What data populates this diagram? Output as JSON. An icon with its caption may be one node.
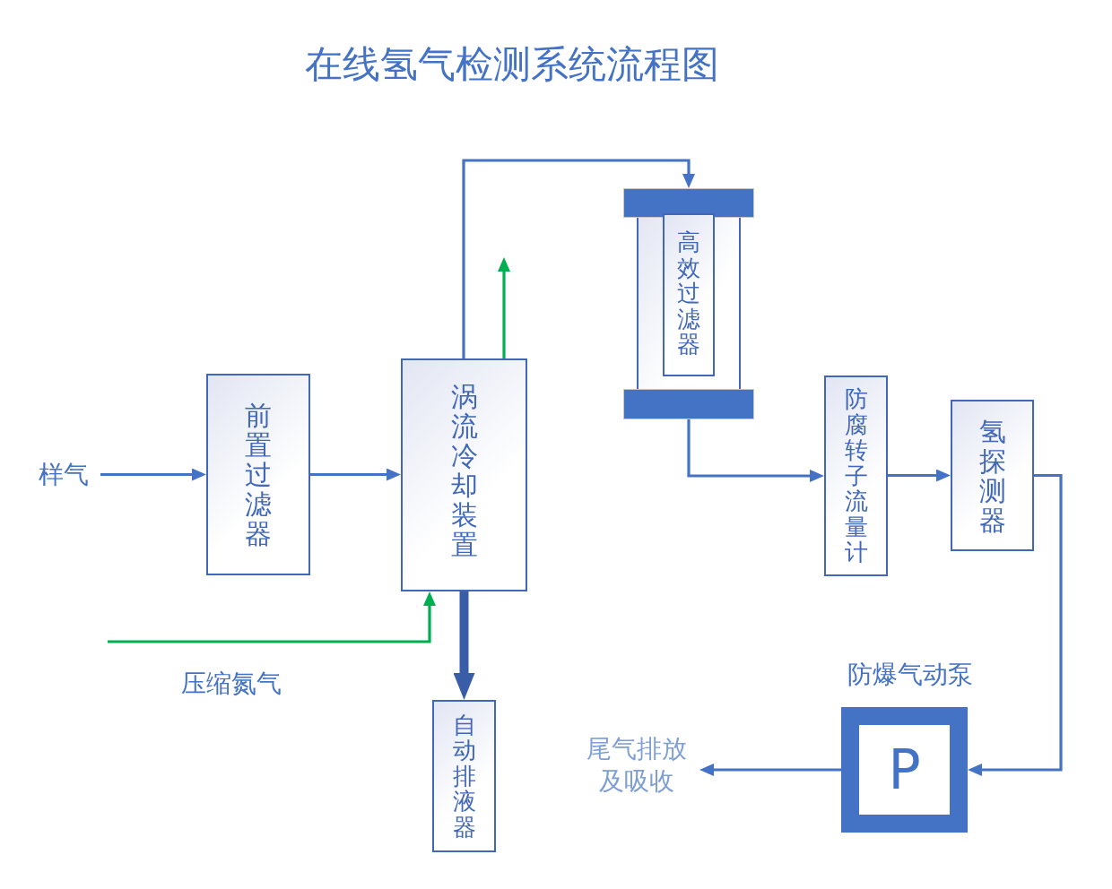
{
  "diagram": {
    "title": "在线氢气检测系统流程图",
    "nodes": [
      {
        "text": [
          "样气"
        ]
      },
      {
        "text": [
          "前置过滤器"
        ]
      },
      {
        "text": [
          "涡流冷却装置"
        ]
      },
      {
        "text": [],
        "shape": "cylinder"
      },
      {
        "text": [
          "高效过滤器"
        ],
        "in": 3
      },
      {
        "text": [
          "防腐转子流量计"
        ]
      },
      {
        "text": [
          "氢探测器"
        ]
      },
      {
        "text": [
          "P"
        ],
        "beside": [
          "防爆气动泵"
        ]
      },
      {
        "text": [
          "尾气排放及吸收"
        ]
      },
      {
        "text": [
          "自动排液器"
        ]
      }
    ],
    "edges": [
      {
        "from": 0,
        "to": 1,
        "arrow": "to"
      },
      {
        "from": 1,
        "to": 2,
        "arrow": "to"
      },
      {
        "from": 2,
        "to": 3,
        "arrow": "to"
      },
      {
        "from": 2,
        "to": null,
        "arrow": "to",
        "color": "#00b050"
      },
      {
        "from": null,
        "to": 2,
        "arrow": "to",
        "color": "#00b050",
        "label": "压缩氮气"
      },
      {
        "from": 2,
        "to": 9,
        "arrow": "to",
        "style": "thick",
        "color": "#3a5da8"
      },
      {
        "from": 3,
        "to": 5,
        "arrow": "to"
      },
      {
        "from": 5,
        "to": 6,
        "arrow": "to"
      },
      {
        "from": 6,
        "to": 7,
        "arrow": "to"
      },
      {
        "from": 7,
        "to": 8,
        "arrow": "to"
      }
    ]
  }
}
